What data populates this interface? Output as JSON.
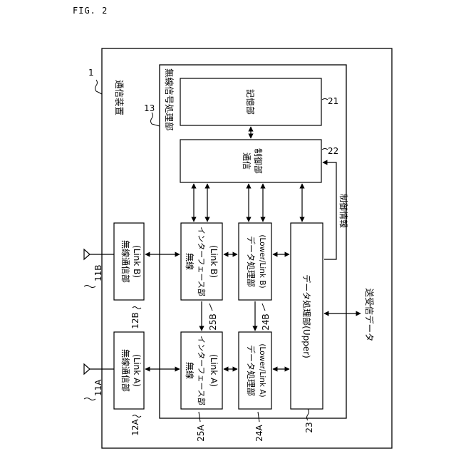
{
  "figure_label": "FIG. 2",
  "ref_device": "1",
  "device_title": "通信装置",
  "ref_processor": "13",
  "processor_title": "無線信号処理部",
  "ref_antenna_a": "11A",
  "ref_antenna_b": "11B",
  "ref_12a": "12A",
  "ref_12b": "12B",
  "ref_25a": "25A",
  "ref_25b": "25B",
  "ref_24a": "24A",
  "ref_24b": "24B",
  "ref_23": "23",
  "ref_21": "21",
  "ref_22": "22",
  "radio_a": {
    "line1": "無線通信部",
    "line2": "(Link A)"
  },
  "radio_b": {
    "line1": "無線通信部",
    "line2": "(Link B)"
  },
  "if_a": {
    "line1": "無線",
    "line2": "インターフェース部",
    "line3": "(Link A)"
  },
  "if_b": {
    "line1": "無線",
    "line2": "インターフェース部",
    "line3": "(Link B)"
  },
  "lower_a": {
    "line1": "データ処理部",
    "line2": "(Lower/Link A)"
  },
  "lower_b": {
    "line1": "データ処理部",
    "line2": "(Lower/Link B)"
  },
  "upper": "データ処理部(Upper)",
  "storage": "記憶部",
  "control": {
    "line1": "通信",
    "line2": "制御部"
  },
  "control_info": "制御情報",
  "tx_rx_data": "送受信データ"
}
